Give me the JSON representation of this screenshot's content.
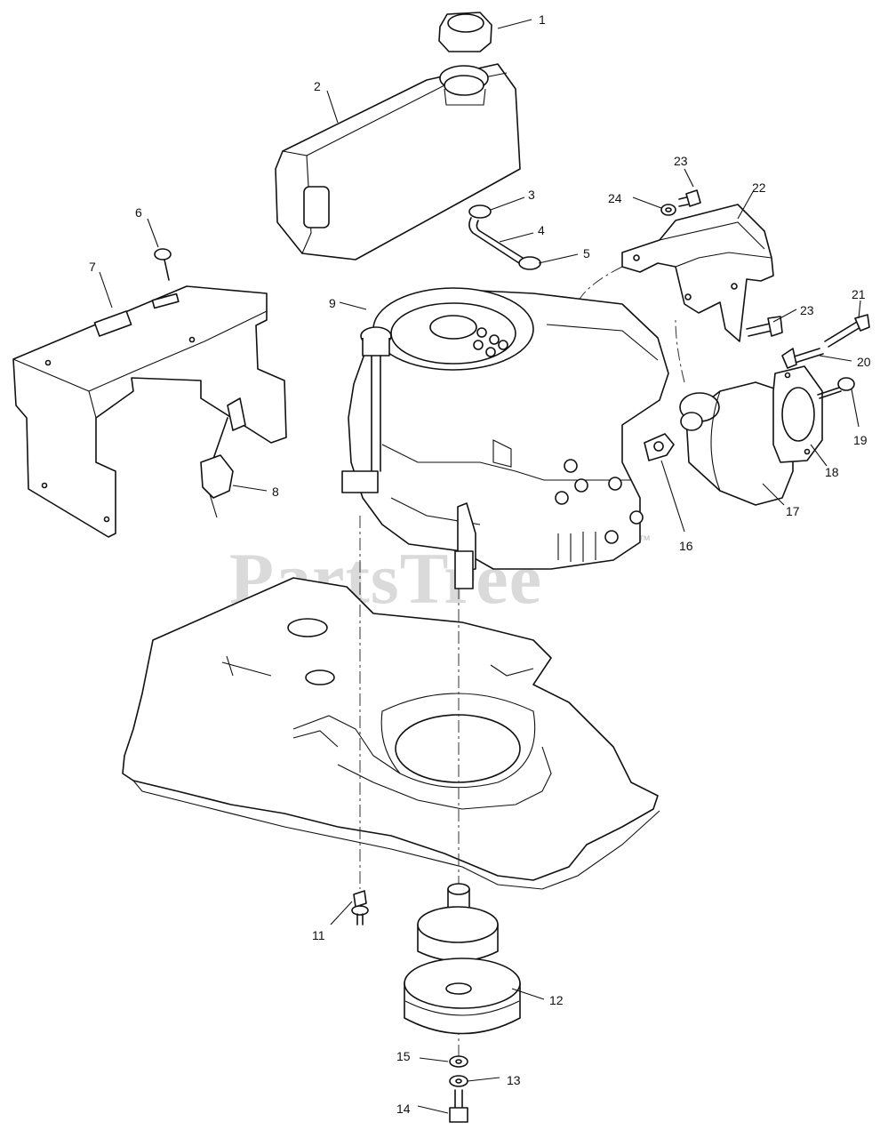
{
  "watermark": {
    "text": "PartsTree",
    "trademark": "™"
  },
  "callouts": {
    "c1": "1",
    "c2": "2",
    "c3": "3",
    "c4": "4",
    "c5": "5",
    "c6": "6",
    "c7": "7",
    "c8": "8",
    "c9": "9",
    "c11": "11",
    "c12": "12",
    "c13": "13",
    "c14": "14",
    "c15": "15",
    "c16": "16",
    "c17": "17",
    "c18": "18",
    "c19": "19",
    "c20": "20",
    "c21": "21",
    "c22": "22",
    "c23a": "23",
    "c23b": "23",
    "c24": "24"
  },
  "colors": {
    "line": "#111111",
    "background": "#ffffff",
    "watermark": "#bdbdbd"
  }
}
